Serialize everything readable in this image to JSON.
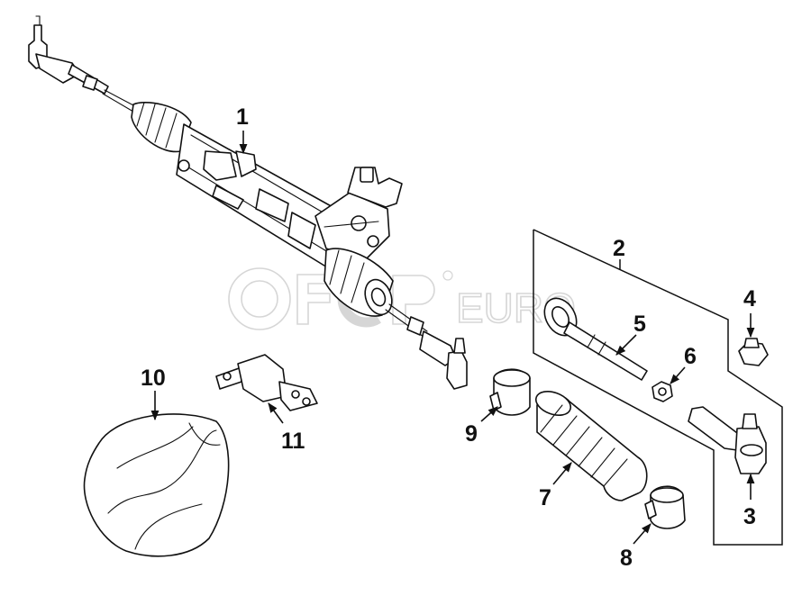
{
  "watermark": {
    "text": "EURO",
    "logo": "FCP"
  },
  "callouts": [
    {
      "id": "c1",
      "label": "1"
    },
    {
      "id": "c2",
      "label": "2"
    },
    {
      "id": "c3",
      "label": "3"
    },
    {
      "id": "c4",
      "label": "4"
    },
    {
      "id": "c5",
      "label": "5"
    },
    {
      "id": "c6",
      "label": "6"
    },
    {
      "id": "c7",
      "label": "7"
    },
    {
      "id": "c8",
      "label": "8"
    },
    {
      "id": "c9",
      "label": "9"
    },
    {
      "id": "c10",
      "label": "10"
    },
    {
      "id": "c11",
      "label": "11"
    }
  ],
  "colors": {
    "ink": "#111111",
    "watermark": "#d6d6d6",
    "background": "#ffffff"
  }
}
